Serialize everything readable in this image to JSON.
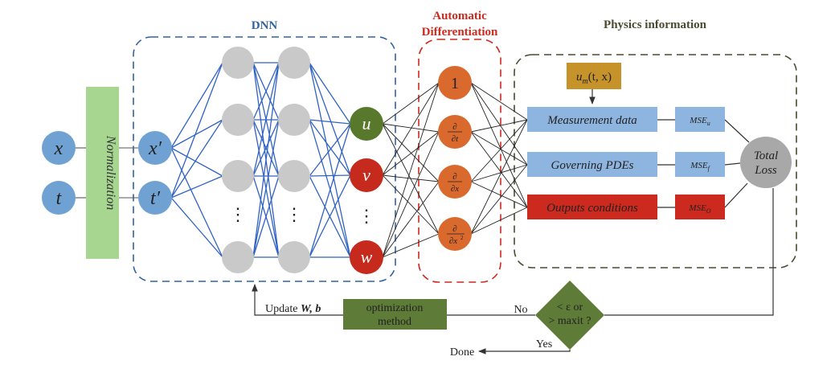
{
  "sections": {
    "dnn_title": "DNN",
    "ad_title_line1": "Automatic",
    "ad_title_line2": "Differentiation",
    "physics_title": "Physics information"
  },
  "inputs": {
    "x": "x",
    "t": "t"
  },
  "normalization": "Normalization",
  "normalized_inputs": {
    "x": "x′",
    "t": "t′"
  },
  "hidden_ellipsis": "⋮",
  "outputs": {
    "u": "u",
    "v": "v",
    "w": "w",
    "ellipsis": "⋮"
  },
  "derivatives": {
    "identity": "1",
    "dt_num": "∂",
    "dt_den": "∂t",
    "dx_num": "∂",
    "dx_den": "∂x",
    "dx2_num": "∂",
    "dx2_den": "∂x",
    "dx2_exp": "2"
  },
  "physics": {
    "measurement_input": "u",
    "measurement_input_sub": "m",
    "measurement_input_args": "(t, x)",
    "measurement_data": "Measurement data",
    "governing_pdes": "Governing PDEs",
    "outputs_conditions": "Outputs conditions",
    "mse_base": "MSE",
    "mse_u_sub": "u",
    "mse_f_sub": "f",
    "mse_o_sub": "O",
    "total_loss_line1": "Total",
    "total_loss_line2": "Loss"
  },
  "loop": {
    "decision_line1": "< ε   or",
    "decision_line2": "> maxit ?",
    "no_label": "No",
    "yes_label": "Yes",
    "done_label": "Done",
    "optimization_line1": "optimization",
    "optimization_line2": "method",
    "update_label": "Update ",
    "update_vars": "W, b"
  },
  "colors": {
    "input_blue": "#6fa2d2",
    "hidden_gray": "#c9c9c9",
    "norm_green": "#a7d690",
    "u_green": "#58792c",
    "vw_red": "#c62a1c",
    "ad_orange": "#d9692c",
    "box_blue": "#8eb5df",
    "box_red": "#cc2a1e",
    "dark_green": "#5e7b37",
    "gold": "#c6922a",
    "dnn_blue": "#2f62a3",
    "ad_red": "#cc2a1e",
    "physics_dark": "#4b4b2f",
    "edge_blue": "#2f62c4"
  }
}
